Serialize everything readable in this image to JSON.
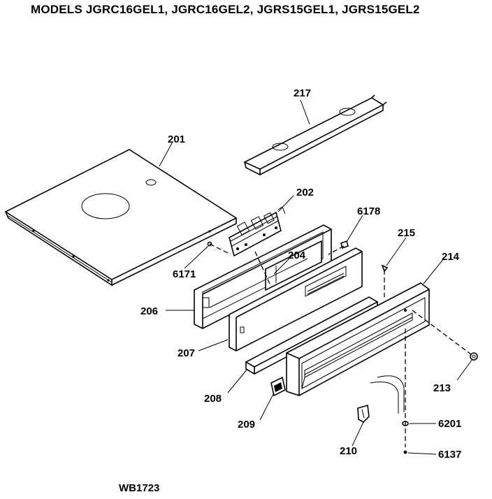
{
  "header": {
    "models_line": "MODELS JGRC16GEL1, JGRC16GEL2, JGRS15GEL1, JGRS15GEL2"
  },
  "footer": {
    "drawing_code": "WB1723"
  },
  "callouts": {
    "p201": "201",
    "p202": "202",
    "p204": "204",
    "p206": "206",
    "p207": "207",
    "p208": "208",
    "p209": "209",
    "p210": "210",
    "p213": "213",
    "p214": "214",
    "p215": "215",
    "p217": "217",
    "p6137": "6137",
    "p6171": "6171",
    "p6178": "6178",
    "p6201": "6201"
  }
}
